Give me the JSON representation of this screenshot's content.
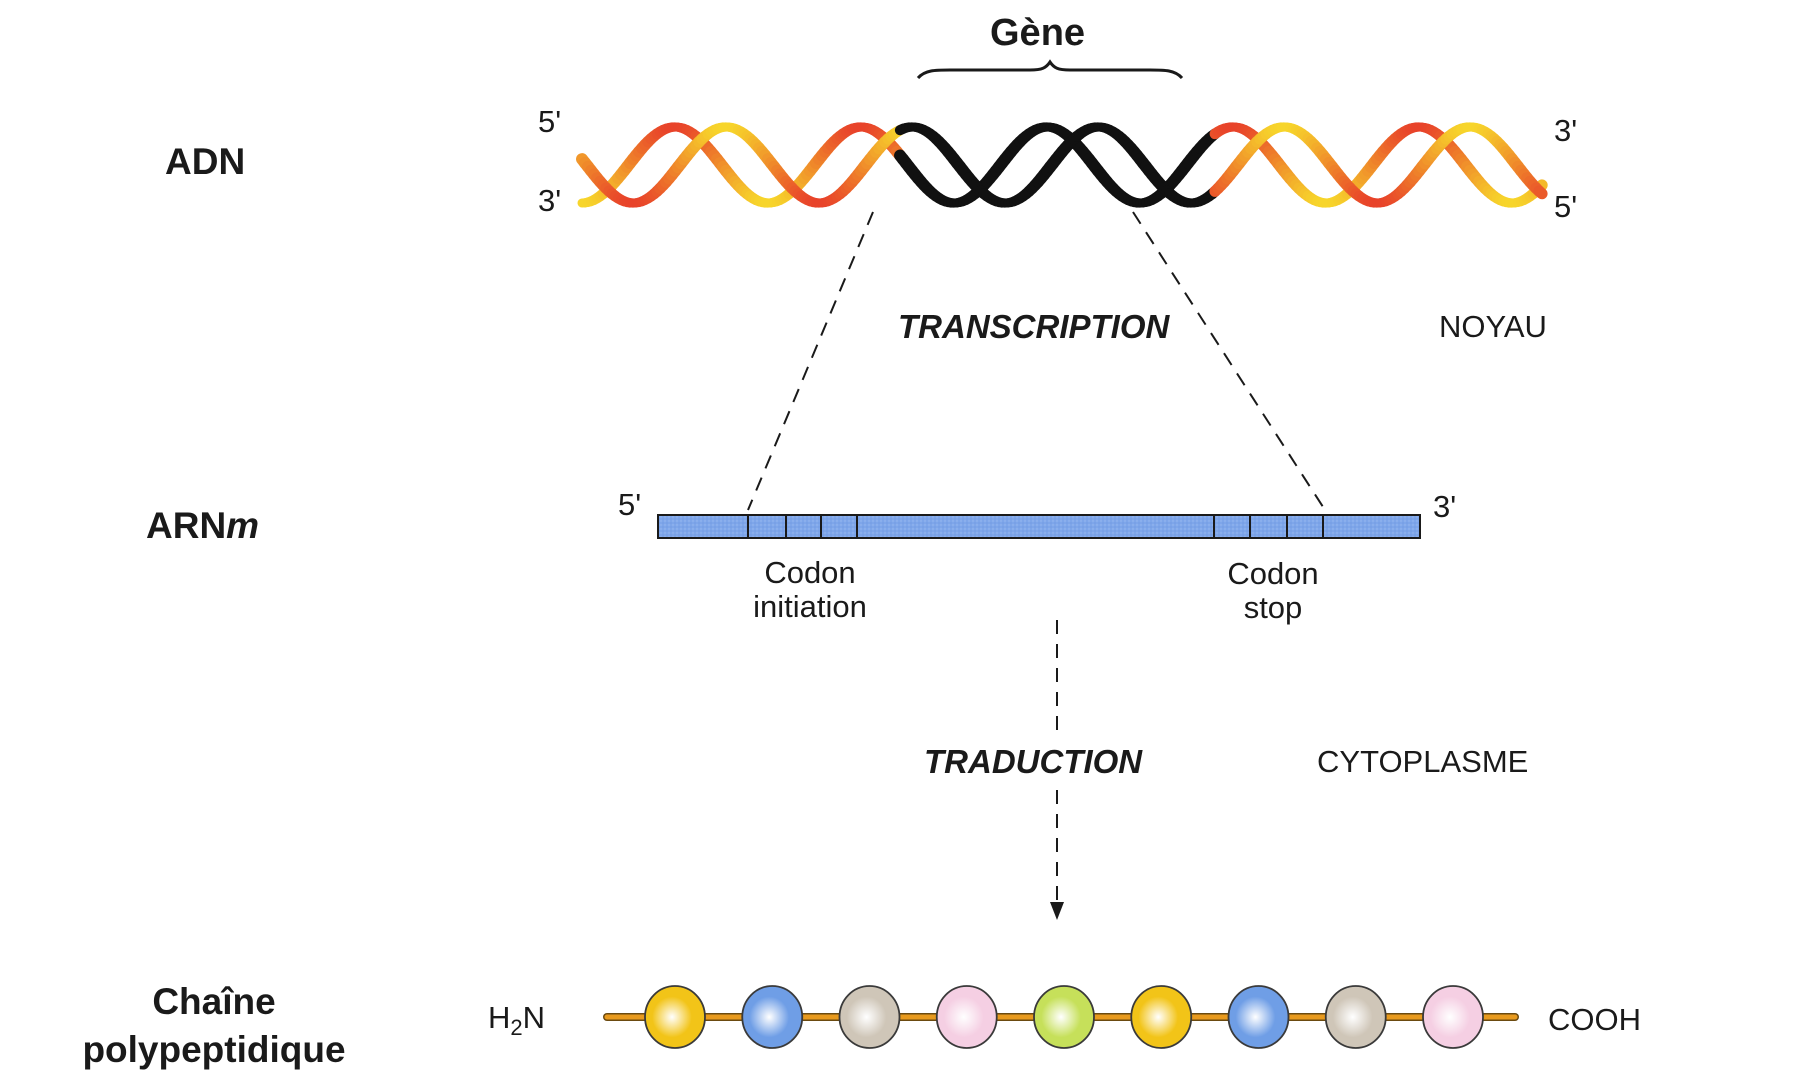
{
  "title": "Gène",
  "rows": {
    "dna": "ADN",
    "mrna_prefix": "ARN",
    "mrna_suffix": "m",
    "chain_line1": "Chaîne",
    "chain_line2": "polypeptidique"
  },
  "dna": {
    "top_left": "5'",
    "bottom_left": "3'",
    "top_right": "3'",
    "bottom_right": "5'",
    "strand_colors": {
      "strand_a": "#e8432a",
      "strand_b": "#f5c21b",
      "gene": "#111111"
    }
  },
  "mrna": {
    "left_end": "5'",
    "right_end": "3'",
    "color": "#7ea6ea",
    "start_codon_label": [
      "Codon",
      "initiation"
    ],
    "stop_codon_label": [
      "Codon",
      "stop"
    ]
  },
  "processes": {
    "transcription": "TRANSCRIPTION",
    "translation": "TRADUCTION"
  },
  "compartments": {
    "nucleus": "NOYAU",
    "cytoplasm": "CYTOPLASME"
  },
  "chain": {
    "n_terminus_main": "H",
    "n_terminus_sub": "2",
    "n_terminus_end": "N",
    "c_terminus": "COOH",
    "backbone_color": "#e89a1e",
    "amino_acids": [
      {
        "color": "#f2c418"
      },
      {
        "color": "#6f9ee6"
      },
      {
        "color": "#cfc6b8"
      },
      {
        "color": "#f5cfe3"
      },
      {
        "color": "#c6e05a"
      },
      {
        "color": "#f2c418"
      },
      {
        "color": "#6f9ee6"
      },
      {
        "color": "#cfc6b8"
      },
      {
        "color": "#f5cfe3"
      }
    ]
  }
}
